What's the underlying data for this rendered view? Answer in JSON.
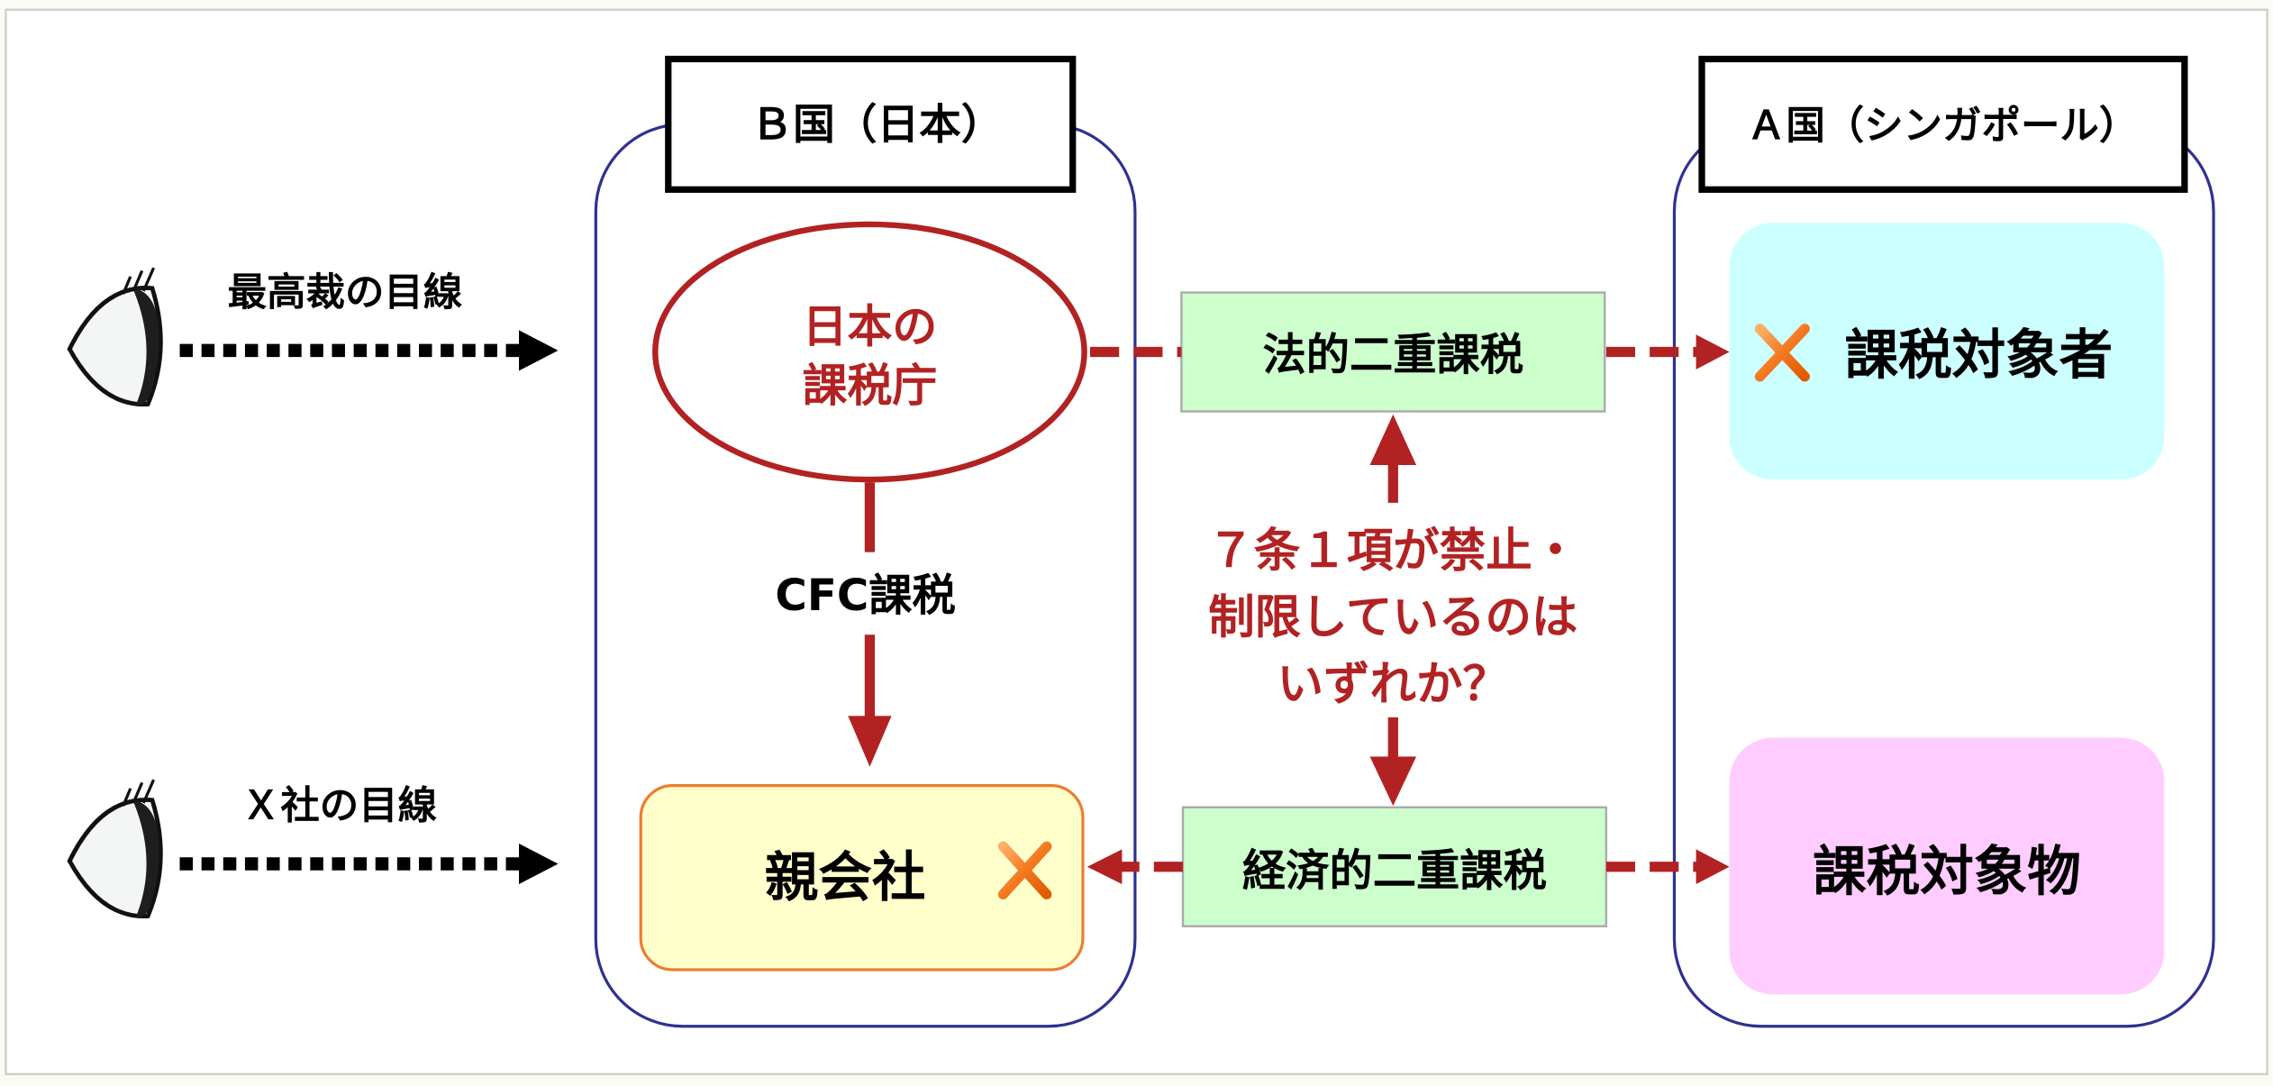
{
  "colors": {
    "accent_red": "#b22222",
    "country_border": "#2e3192",
    "green_box": "#ccffcc",
    "cyan_box": "#ccffff",
    "pink_box": "#ffccff",
    "yellow_box": "#ffffcc",
    "yellow_border": "#ed7d31",
    "x_mark": "#f47920"
  },
  "viewers": {
    "supreme_court": {
      "label": "最高裁の目線",
      "icon": "eye-icon"
    },
    "company_x": {
      "label": "Ｘ社の目線",
      "icon": "eye-icon"
    }
  },
  "country_b": {
    "label": "Ｂ国（日本）",
    "tax_authority": {
      "line1": "日本の",
      "line2": "課税庁"
    },
    "cfc_label": "CFC課税",
    "parent_company": {
      "label": "親会社",
      "mark": "×"
    }
  },
  "country_a": {
    "label": "Ａ国（シンガポール）",
    "taxpayer": {
      "label": "課税対象者",
      "mark": "×"
    },
    "tax_object": {
      "label": "課税対象物"
    }
  },
  "middle": {
    "legal_double_tax": "法的二重課税",
    "economic_double_tax": "経済的二重課税",
    "question": {
      "line1": "７条１項が禁止・",
      "line2": "制限しているのは",
      "line3": "いずれか？"
    }
  }
}
